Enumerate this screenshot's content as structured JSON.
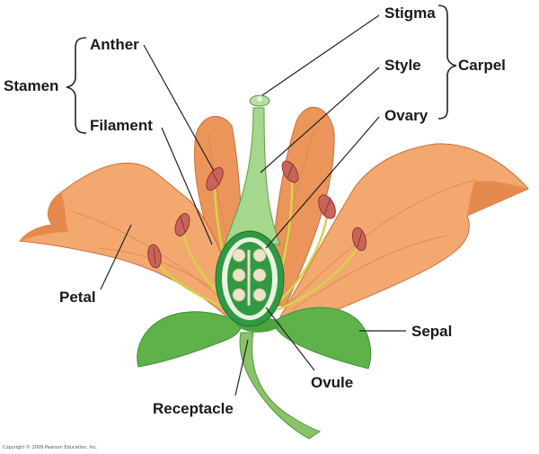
{
  "labels": {
    "stigma": "Stigma",
    "style": "Style",
    "ovary": "Ovary",
    "carpel": "Carpel",
    "anther": "Anther",
    "filament": "Filament",
    "stamen": "Stamen",
    "petal": "Petal",
    "sepal": "Sepal",
    "ovule": "Ovule",
    "receptacle": "Receptacle"
  },
  "copyright": "Copyright © 2009 Pearson Education, Inc.",
  "colors": {
    "petal": "#f3a870",
    "petal_shade": "#e58a4e",
    "petal_edge": "#c9703a",
    "sepal": "#5fb24a",
    "sepal_dark": "#3d8f33",
    "stem": "#88c36a",
    "pistil": "#a5d78d",
    "ovary_wall": "#2f9a43",
    "ovary_inner": "#e9f4df",
    "ovule": "#ece3c9",
    "filament": "#d6d24a",
    "anther": "#c8645a",
    "anther_dark": "#93352f",
    "leader_line": "#222222"
  }
}
